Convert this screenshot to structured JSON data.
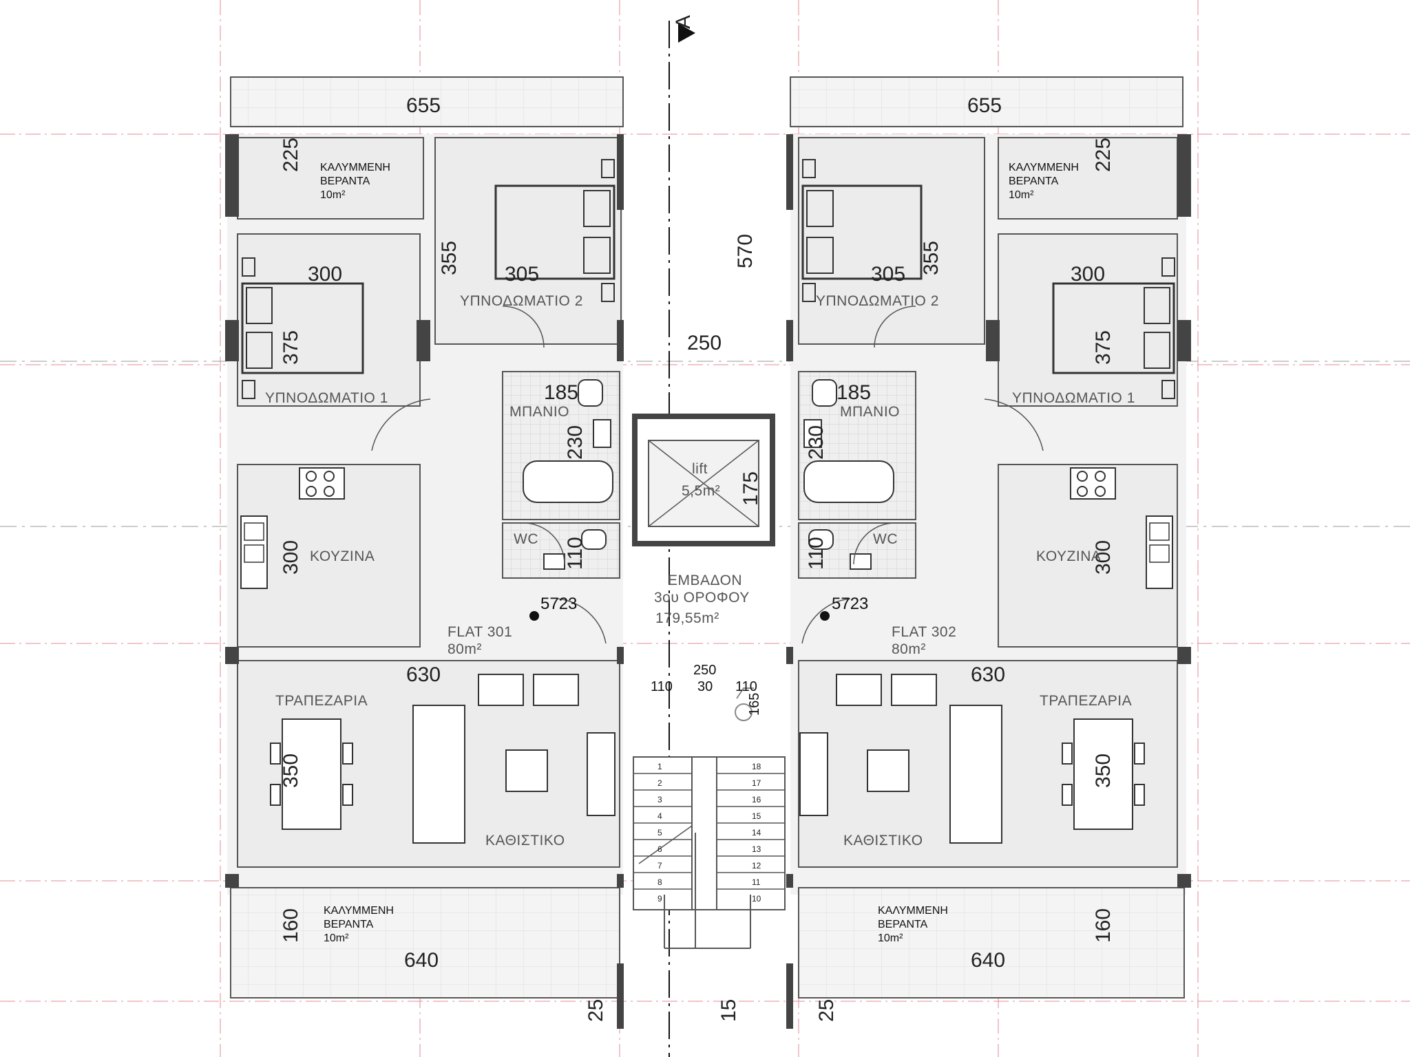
{
  "section_marker": "A",
  "flats": [
    {
      "name": "FLAT 301",
      "area": "80m²",
      "rooms": {
        "veranda_top": {
          "l1": "ΚΑΛΥΜΜΕΝΗ",
          "l2": "ΒΕΡΑΝΤΑ",
          "area": "10m²"
        },
        "veranda_bottom": {
          "l1": "ΚΑΛΥΜΜΕΝΗ",
          "l2": "ΒΕΡΑΝΤΑ",
          "area": "10m²"
        },
        "bedroom1": "ΥΠΝΟΔΩΜΑΤΙΟ 1",
        "bedroom2": "ΥΠΝΟΔΩΜΑΤΙΟ 2",
        "bathroom": "ΜΠΑΝΙΟ",
        "wc": "WC",
        "kitchen": "ΚΟΥΖΙΝΑ",
        "dining": "ΤΡΑΠΕΖΑΡΙΑ",
        "living": "ΚΑΘΙΣΤΙΚΟ"
      },
      "level": "5723",
      "dims": {
        "top_width": "655",
        "veranda_depth": "225",
        "bed1_w": "300",
        "bed1_d": "375",
        "bed2_w": "305",
        "bed2_d": "355",
        "bath_w": "185",
        "bath_d": "230",
        "wc_d": "110",
        "kitchen_d": "300",
        "living_w": "630",
        "dining_d": "350",
        "bottom_width": "640",
        "bottom_depth": "160",
        "wall": "25"
      }
    },
    {
      "name": "FLAT 302",
      "area": "80m²",
      "rooms": {
        "veranda_top": {
          "l1": "ΚΑΛΥΜΜΕΝΗ",
          "l2": "ΒΕΡΑΝΤΑ",
          "area": "10m²"
        },
        "veranda_bottom": {
          "l1": "ΚΑΛΥΜΜΕΝΗ",
          "l2": "ΒΕΡΑΝΤΑ",
          "area": "10m²"
        },
        "bedroom1": "ΥΠΝΟΔΩΜΑΤΙΟ 1",
        "bedroom2": "ΥΠΝΟΔΩΜΑΤΙΟ 2",
        "bathroom": "ΜΠΑΝΙΟ",
        "wc": "WC",
        "kitchen": "ΚΟΥΖΙΝΑ",
        "dining": "ΤΡΑΠΕΖΑΡΙΑ",
        "living": "ΚΑΘΙΣΤΙΚΟ"
      },
      "level": "5723",
      "dims": {
        "top_width": "655",
        "veranda_depth": "225",
        "bed1_w": "300",
        "bed1_d": "375",
        "bed2_w": "305",
        "bed2_d": "355",
        "bath_w": "185",
        "bath_d": "230",
        "wc_d": "110",
        "kitchen_d": "300",
        "living_w": "630",
        "dining_d": "350",
        "bottom_width": "640",
        "bottom_depth": "160",
        "wall": "25"
      }
    }
  ],
  "core": {
    "lift_label": "lift",
    "lift_area": "5,5m²",
    "lift_depth": "175",
    "corridor_len": "570",
    "corridor_width": "250",
    "area_title": "ΕΜΒΑΔΟΝ",
    "area_floor": "3ου ΟΡΟΦΟΥ",
    "area_value": "179,55m²",
    "landing_width": "250",
    "landing_split": [
      "110",
      "30",
      "110"
    ],
    "landing_depth": "165",
    "stair_gap": "15",
    "steps_left": [
      "1",
      "2",
      "3",
      "4",
      "5",
      "6",
      "7",
      "8",
      "9"
    ],
    "steps_right": [
      "18",
      "17",
      "16",
      "15",
      "14",
      "13",
      "12",
      "11",
      "10"
    ]
  }
}
